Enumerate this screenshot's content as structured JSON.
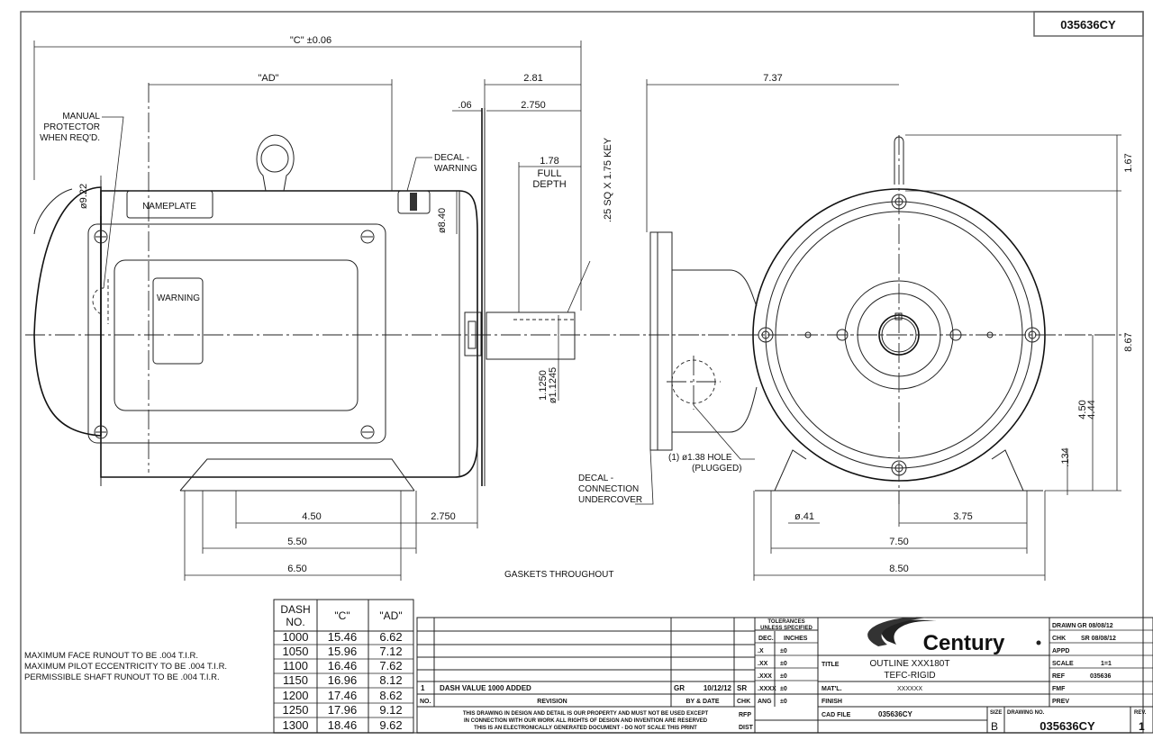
{
  "drawing_number_top": "035636CY",
  "dimensions": {
    "c_overall": "\"C\" ±0.06",
    "ad": "\"AD\"",
    "shaft_2_81": "2.81",
    "face_06": ".06",
    "shaft_2_750": "2.750",
    "key_1_78": "1.78",
    "full_depth_1": "FULL",
    "full_depth_2": "DEPTH",
    "key_spec": ".25 SQ X 1.75 KEY",
    "dia_9_22": "ø9.22",
    "dia_8_40": "ø8.40",
    "shaft_dia_1": "1.1250",
    "shaft_dia_2": "ø1.1245",
    "foot_4_50": "4.50",
    "foot_5_50": "5.50",
    "foot_6_50": "6.50",
    "foot_2_750": "2.750",
    "end_7_37": "7.37",
    "end_1_67": "1.67",
    "end_8_67": "8.67",
    "end_4_50": "4.50",
    "end_4_44": "4.44",
    "end_134": ".134",
    "end_041": "ø.41",
    "end_3_75": "3.75",
    "end_7_50": "7.50",
    "end_8_50": "8.50"
  },
  "labels": {
    "manual_protector": [
      "MANUAL",
      "PROTECTOR",
      "WHEN REQ'D."
    ],
    "nameplate": "NAMEPLATE",
    "warning": "WARNING",
    "decal_warning": [
      "DECAL -",
      "WARNING"
    ],
    "decal_connection": [
      "DECAL -",
      "CONNECTION",
      "UNDERCOVER"
    ],
    "hole": [
      "(1) ø1.38 HOLE",
      "(PLUGGED)"
    ],
    "gaskets": "GASKETS THROUGHOUT"
  },
  "notes": [
    "MAXIMUM FACE RUNOUT TO BE .004 T.I.R.",
    "MAXIMUM PILOT ECCENTRICITY TO BE .004 T.I.R.",
    "PERMISSIBLE SHAFT RUNOUT TO BE .004 T.I.R."
  ],
  "dash_table": {
    "headers": [
      "DASH NO.",
      "\"C\"",
      "\"AD\""
    ],
    "rows": [
      [
        "1000",
        "15.46",
        "6.62"
      ],
      [
        "1050",
        "15.96",
        "7.12"
      ],
      [
        "1100",
        "16.46",
        "7.62"
      ],
      [
        "1150",
        "16.96",
        "8.12"
      ],
      [
        "1200",
        "17.46",
        "8.62"
      ],
      [
        "1250",
        "17.96",
        "9.12"
      ],
      [
        "1300",
        "18.46",
        "9.62"
      ]
    ]
  },
  "revision": {
    "no": "1",
    "text": "DASH VALUE 1000 ADDED",
    "by": "GR",
    "date": "10/12/12",
    "chk": "SR",
    "head_no": "NO.",
    "head_revision": "REVISION",
    "head_by_date": "BY & DATE",
    "head_chk": "CHK"
  },
  "disclaimer": [
    "THIS DRAWING IN DESIGN AND DETAIL IS OUR PROPERTY AND MUST NOT BE USED EXCEPT",
    "IN CONNECTION WITH OUR WORK ALL RIGHTS OF DESIGN AND INVENTION ARE RESERVED",
    "THIS IS AN ELECTRONICALLY GENERATED DOCUMENT - DO NOT SCALE THIS PRINT"
  ],
  "rfp": "RFP",
  "dist": "DIST",
  "tolerances": {
    "title1": "TOLERANCES",
    "title2": "UNLESS SPECIFIED",
    "dec": "DEC.",
    "inches": "INCHES",
    "rows": [
      [
        ".X",
        "±0"
      ],
      [
        ".XX",
        "±0"
      ],
      [
        ".XXX",
        "±0"
      ],
      [
        ".XXXX",
        "±0"
      ],
      [
        "ANG",
        "±0"
      ]
    ]
  },
  "title_block": {
    "logo": "Century",
    "title_label": "TITLE",
    "title_line1": "OUTLINE XXX180T",
    "title_line2": "TEFC-RIGID",
    "matl_label": "MAT'L.",
    "matl_value": "XXXXXX",
    "finish_label": "FINISH",
    "cad_label": "CAD FILE",
    "cad_value": "035636CY",
    "size_label": "SIZE",
    "size_value": "B",
    "dwg_label": "DRAWING NO.",
    "dwg_value": "035636CY",
    "rev_label": "REV.",
    "rev_value": "1",
    "drawn_label": "DRAWN",
    "drawn_value": "GR 08/08/12",
    "chk_label": "CHK",
    "chk_value": "SR 08/08/12",
    "appd_label": "APPD",
    "scale_label": "SCALE",
    "scale_value": "1=1",
    "ref_label": "REF",
    "ref_value": "035636",
    "fmf_label": "FMF",
    "prev_label": "PREV"
  }
}
